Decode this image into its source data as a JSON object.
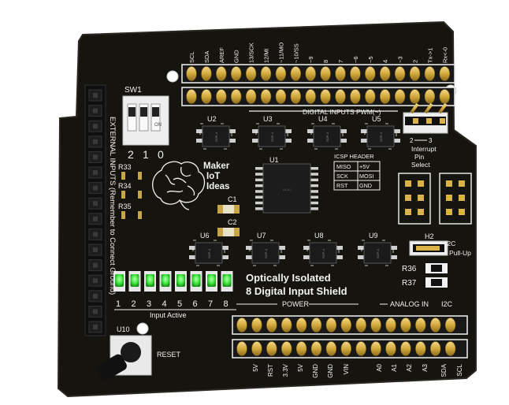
{
  "board": {
    "title_line1": "Optically Isolated",
    "title_line2": "8 Digital Input Shield",
    "brand": [
      "Maker",
      "IoT",
      "Ideas"
    ]
  },
  "top_header": {
    "pins": [
      "SCL",
      "SDA",
      "AREF",
      "GND",
      "13/SCK",
      "12/MI",
      "~11/MO",
      "~10/SS",
      "~9",
      "8",
      "7",
      "~6",
      "~5",
      "4",
      "~3",
      "2",
      "Tx->1",
      "Rx<-0"
    ],
    "label": "DIGITAL INPUTS PWM(~)"
  },
  "bottom_header": {
    "power_label": "POWER",
    "analog_label": "ANALOG IN",
    "i2c_label": "I2C",
    "pins": [
      "5V",
      "RST",
      "3.3V",
      "5V",
      "GND",
      "GND",
      "VIN",
      "A0",
      "A1",
      "A2",
      "A3",
      "SDA",
      "SCL"
    ]
  },
  "left_header": {
    "label": "EXTERNAL INPUTS (Remember to Connect Ground)"
  },
  "switch": {
    "ref": "SW1",
    "on_label": "ON",
    "numbers": [
      "2",
      "1",
      "0"
    ]
  },
  "optos": {
    "top": [
      "U2",
      "U3",
      "U4",
      "U5"
    ],
    "bottom": [
      "U6",
      "U7",
      "U8",
      "U9"
    ],
    "package": "SOP-4"
  },
  "main_ic": {
    "ref": "U1"
  },
  "capacitors": [
    "C1",
    "C2"
  ],
  "resistors_left": [
    "R33",
    "R34",
    "R35"
  ],
  "resistors_right": [
    "R36",
    "R37"
  ],
  "icsp": {
    "title": "ICSP HEADER",
    "rows": [
      [
        "MISO",
        "+5V"
      ],
      [
        "SCK",
        "MOSI"
      ],
      [
        "RST",
        "GND"
      ]
    ]
  },
  "interrupt": {
    "label": [
      "Interrupt",
      "Pin",
      "Select"
    ],
    "nums": [
      "2",
      "3"
    ]
  },
  "h2": {
    "ref": "H2",
    "label": [
      "I2C",
      "Pull-Up"
    ]
  },
  "leds": {
    "numbers": [
      "1",
      "2",
      "3",
      "4",
      "5",
      "6",
      "7",
      "8"
    ],
    "label": "Input Active",
    "active": [
      true,
      true,
      true,
      true,
      true,
      true,
      true,
      true
    ]
  },
  "reset": {
    "ref": "U10",
    "label": "RESET"
  },
  "colors": {
    "pcb": "#16140f",
    "silk": "#f2f2f2",
    "gold": "#d9b348",
    "led": "#3be63b"
  }
}
